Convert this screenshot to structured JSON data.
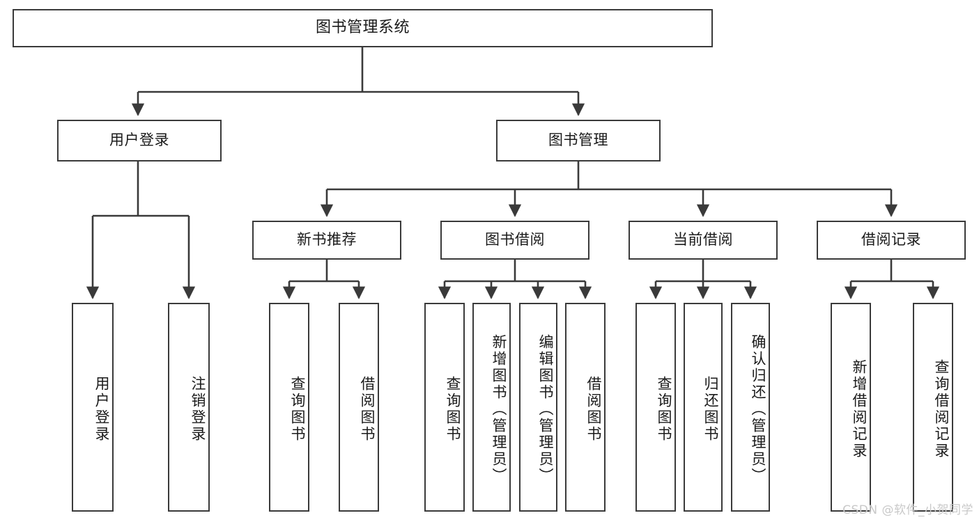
{
  "diagram": {
    "title": "图书管理系统",
    "watermark": "CSDN @软件_小贺同学",
    "stroke_color": "#3a3a3a",
    "text_color": "#1a1a1a",
    "background": "#ffffff",
    "nodes": {
      "root": "图书管理系统",
      "level2": [
        "用户登录",
        "图书管理"
      ],
      "level3": [
        "新书推荐",
        "图书借阅",
        "当前借阅",
        "借阅记录"
      ],
      "leaves": {
        "user_login": [
          "用户登录",
          "注销登录"
        ],
        "new_book_recommend": [
          "查询图书",
          "借阅图书"
        ],
        "book_borrow": [
          "查询图书",
          "新增图书（管理员）",
          "编辑图书（管理员）",
          "借阅图书"
        ],
        "current_borrow": [
          "查询图书",
          "归还图书",
          "确认归还（管理员）"
        ],
        "borrow_record": [
          "新增借阅记录",
          "查询借阅记录"
        ]
      }
    }
  }
}
